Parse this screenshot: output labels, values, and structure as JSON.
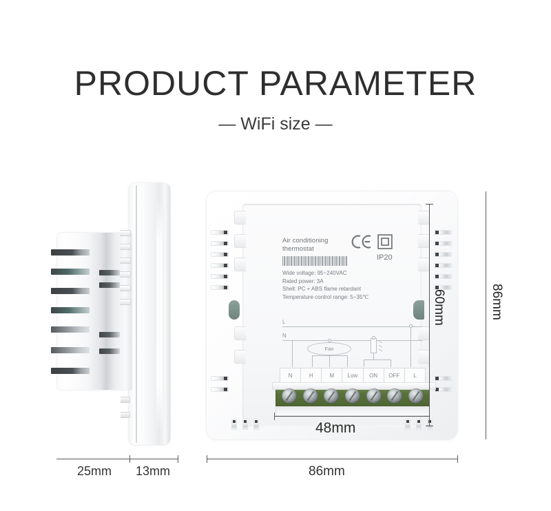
{
  "heading": {
    "title": "PRODUCT PARAMETER",
    "subtitle": "— WiFi size —"
  },
  "product": {
    "label": {
      "name_line1": "Air conditioning",
      "name_line2": "thermostat",
      "certification": "CE",
      "ingress_protection": "IP20",
      "specs": [
        "Wide voltage: 95~240VAC",
        "Rated power: 3A",
        "Shell: PC + ABS flame retardant",
        "Temperature control range: 5~35℃"
      ]
    },
    "wiring": {
      "rail_live": "L",
      "rail_neutral": "N",
      "fan_label": "Fan",
      "terminals": [
        "N",
        "H",
        "M",
        "Low",
        "ON",
        "OFF",
        "L"
      ]
    }
  },
  "dimensions": {
    "side_depth_body": "25mm",
    "side_depth_front": "13mm",
    "back_width": "86mm",
    "back_height": "86mm",
    "inner_height": "60mm",
    "terminal_width": "48mm"
  },
  "colors": {
    "terminal_block_green": "#587038",
    "clip_green": "#6e837d",
    "text_dark": "#2e2e2e",
    "label_gray": "#6f7477",
    "dimension_line": "#58595b"
  }
}
